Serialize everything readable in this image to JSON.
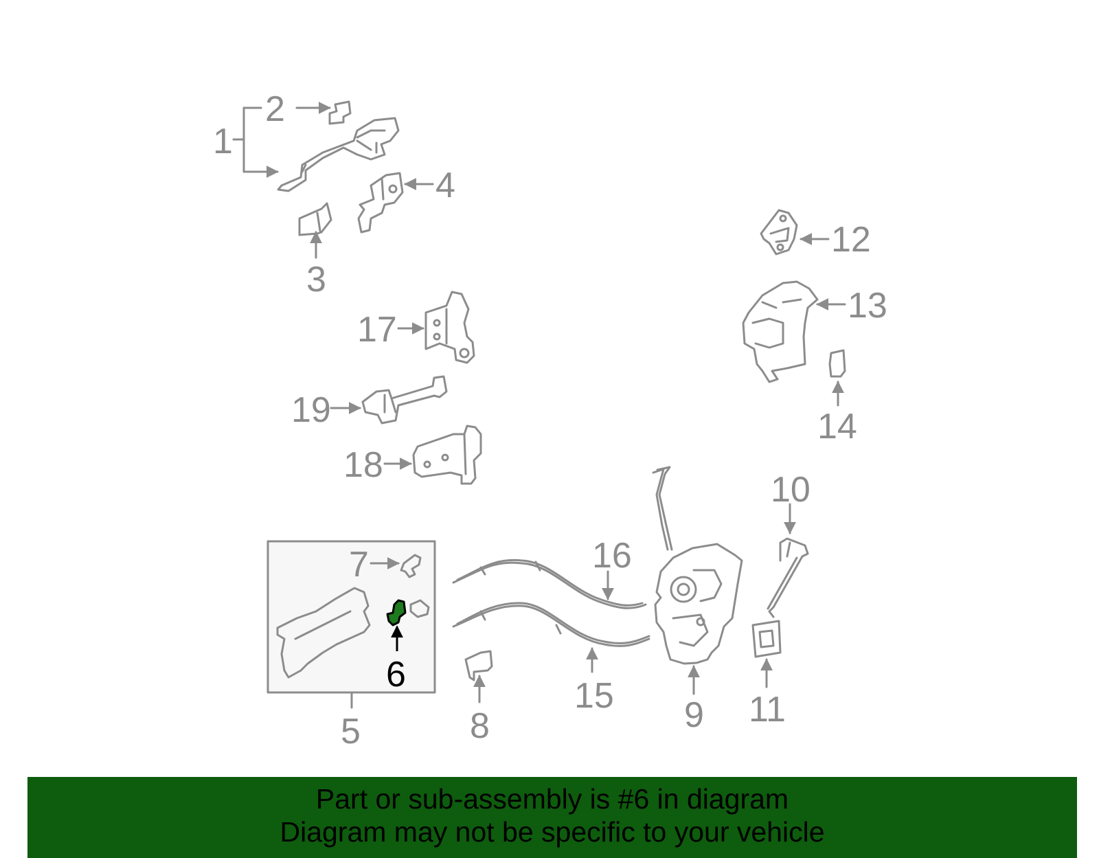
{
  "colors": {
    "part_stroke": "#8c8c8c",
    "highlight_fill": "#1f7a1f",
    "banner_bg": "#0e5c0e",
    "panel_fill": "#f7f7f7"
  },
  "callouts": {
    "c1": "1",
    "c2": "2",
    "c3": "3",
    "c4": "4",
    "c5": "5",
    "c6": "6",
    "c7": "7",
    "c8": "8",
    "c9": "9",
    "c10": "10",
    "c11": "11",
    "c12": "12",
    "c13": "13",
    "c14": "14",
    "c15": "15",
    "c16": "16",
    "c17": "17",
    "c18": "18",
    "c19": "19"
  },
  "highlighted_part": "6",
  "banner": {
    "line1": "Part or sub-assembly is #6 in diagram",
    "line2": "Diagram may not be specific to your vehicle"
  }
}
